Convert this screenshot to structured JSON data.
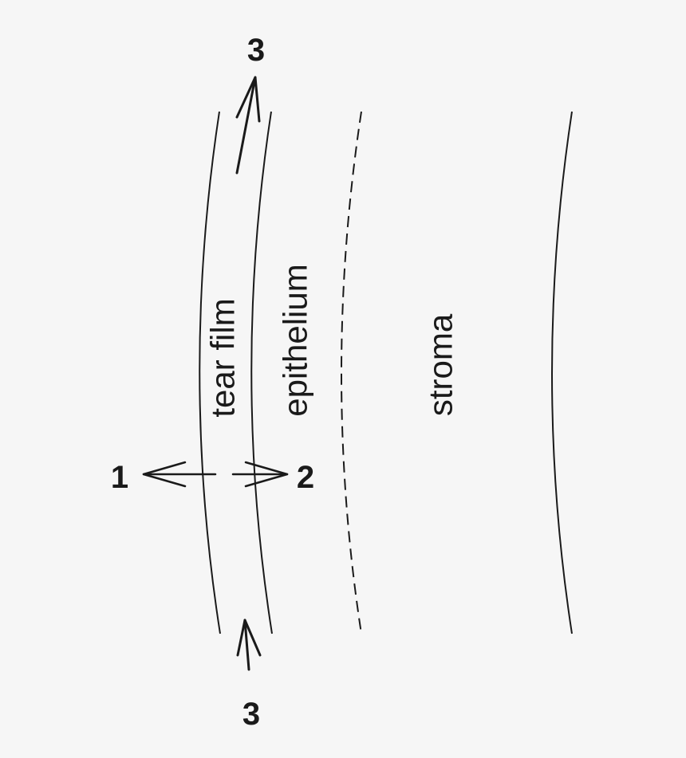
{
  "labels": {
    "tear_film": "tear film",
    "epithelium": "epithelium",
    "stroma": "stroma"
  },
  "markers": {
    "one": "1",
    "two": "2",
    "three_top": "3",
    "three_bottom": "3"
  },
  "colors": {
    "background": "#f6f6f6",
    "ink": "#1a1a1a"
  }
}
